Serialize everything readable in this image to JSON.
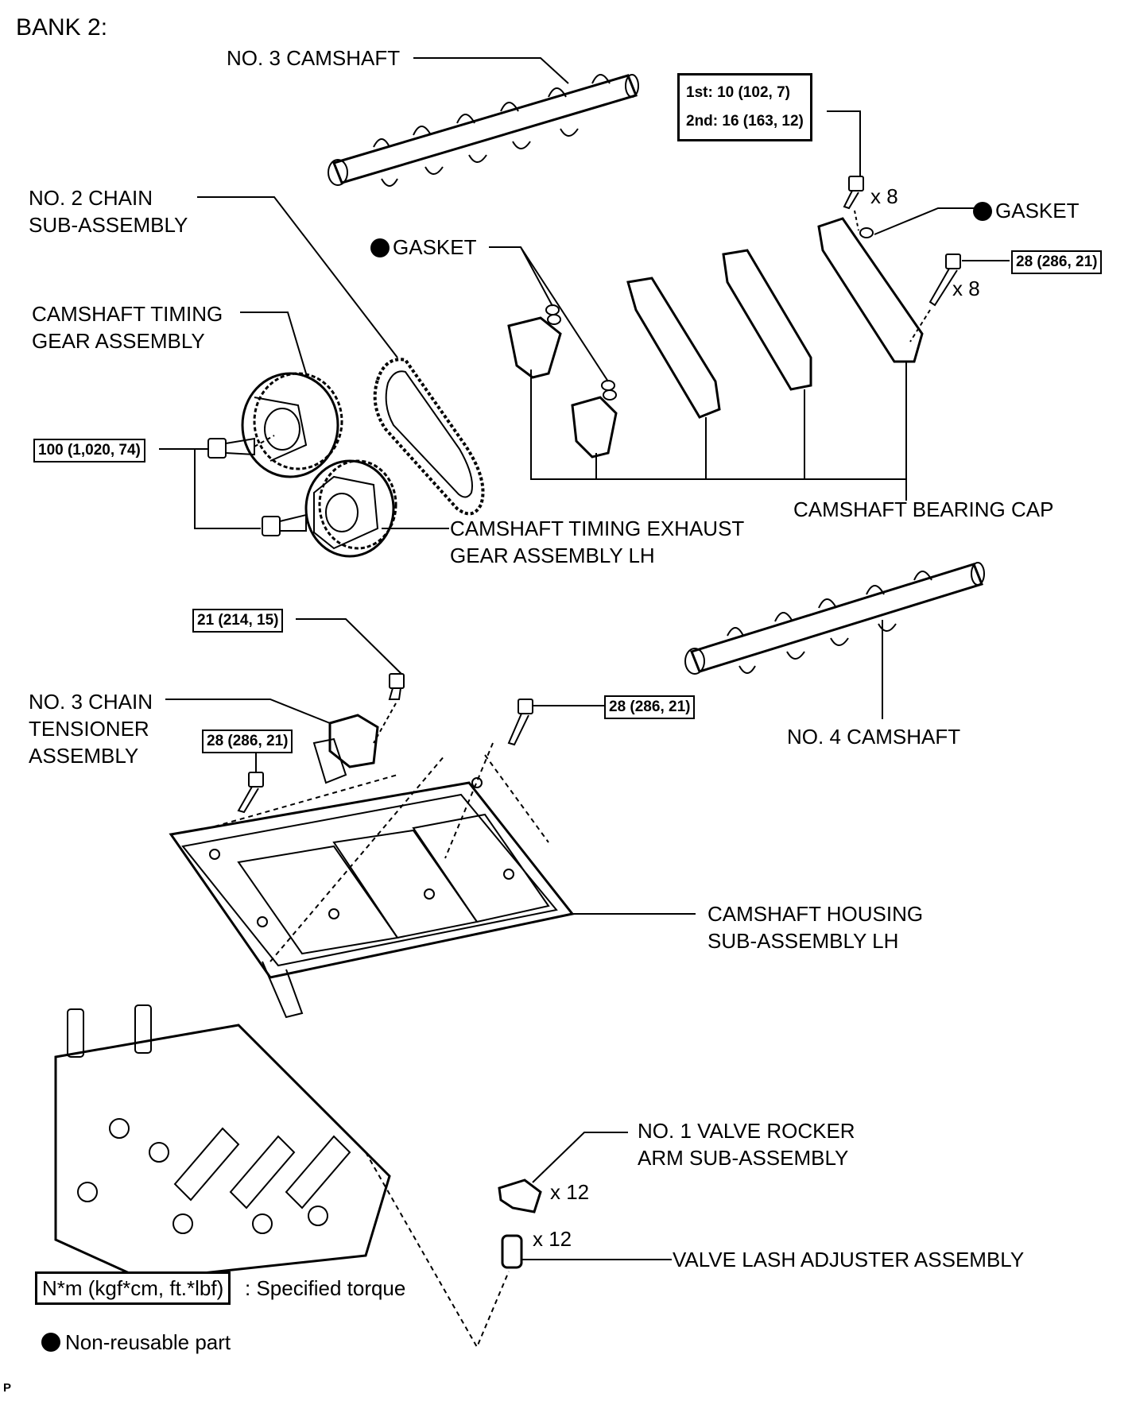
{
  "title": "BANK 2:",
  "labels": {
    "no3_camshaft": "NO. 3 CAMSHAFT",
    "no2_chain_1": "NO. 2 CHAIN",
    "no2_chain_2": "SUB-ASSEMBLY",
    "timing_gear_1": "CAMSHAFT TIMING",
    "timing_gear_2": "GEAR ASSEMBLY",
    "gasket_left": "GASKET",
    "gasket_right": "GASKET",
    "exhaust_gear_1": "CAMSHAFT TIMING EXHAUST",
    "exhaust_gear_2": "GEAR ASSEMBLY LH",
    "bearing_cap": "CAMSHAFT BEARING CAP",
    "no4_camshaft": "NO. 4 CAMSHAFT",
    "tensioner_1": "NO. 3 CHAIN",
    "tensioner_2": "TENSIONER",
    "tensioner_3": "ASSEMBLY",
    "housing_1": "CAMSHAFT HOUSING",
    "housing_2": "SUB-ASSEMBLY LH",
    "rocker_1": "NO. 1 VALVE ROCKER",
    "rocker_2": "ARM SUB-ASSEMBLY",
    "lash": "VALVE LASH ADJUSTER ASSEMBLY"
  },
  "torques": {
    "cap_bolt_1st": "1st: 10 (102, 7)",
    "cap_bolt_2nd": "2nd: 16 (163, 12)",
    "cap_bolt_28": "28 (286, 21)",
    "gear_bolt": "100 (1,020, 74)",
    "tensioner_bolt": "21 (214, 15)",
    "housing_bolt_left": "28 (286, 21)",
    "housing_bolt_right": "28 (286, 21)"
  },
  "quantities": {
    "x8_top": "x 8",
    "x8_side": "x 8",
    "x12_rocker": "x 12",
    "x12_lash": "x 12"
  },
  "legend": {
    "torque_box": "N*m (kgf*cm, ft.*lbf)",
    "torque_text": ": Specified torque",
    "nonreusable": "Non-reusable part"
  },
  "code": "P"
}
